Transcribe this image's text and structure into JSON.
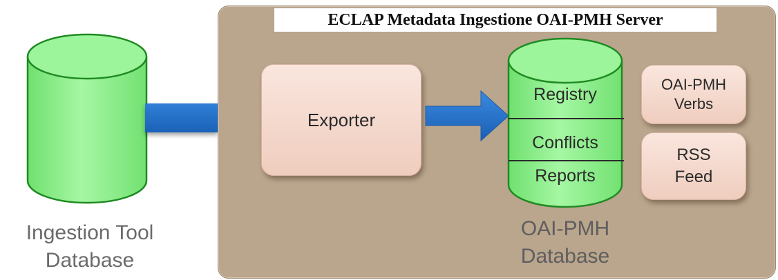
{
  "server": {
    "title": "ECLAP Metadata Ingestione OAI-PMH Server"
  },
  "ingestion": {
    "caption_line1": "Ingestion Tool",
    "caption_line2": "Database"
  },
  "exporter": {
    "label": "Exporter"
  },
  "oai_db": {
    "sections": [
      "Registry",
      "Conflicts",
      "Reports"
    ],
    "caption_line1": "OAI-PMH",
    "caption_line2": "Database"
  },
  "verbs": {
    "line1": "OAI-PMH",
    "line2": "Verbs"
  },
  "rss": {
    "line1": "RSS",
    "line2": "Feed"
  },
  "colors": {
    "cylinder_fill": "#8ef08e",
    "cylinder_outline": "#1f8a22",
    "connector_blue": "#2272cc",
    "server_bg": "#baa58d",
    "box_fill": "#f4d8cc"
  }
}
